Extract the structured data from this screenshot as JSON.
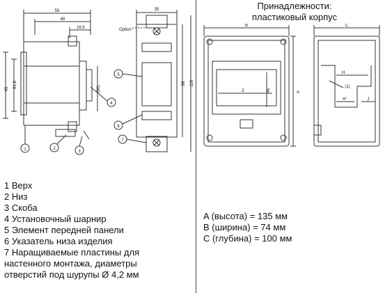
{
  "left": {
    "dimensions": {
      "width_overall": "58",
      "width_inner": "48",
      "width_small": "16,5",
      "height_left": "45",
      "height_mid": "61,8",
      "height_90": "(90)",
      "front_width": "35",
      "front_height": "98",
      "front_height_total": "118",
      "option_label": "Option"
    },
    "callouts": [
      "1",
      "2",
      "3",
      "4",
      "5",
      "6",
      "7"
    ],
    "legend": [
      "1 Верх",
      "2 Низ",
      "3 Скоба",
      "4 Установочный шарнир",
      "5 Элемент передней панели",
      "6 Указатель низа изделия",
      "7 Наращиваемые пластины для",
      "настенного монтажа, диаметры",
      "отверстий под шурупы Ø 4,2 мм"
    ]
  },
  "right": {
    "title_line1": "Принадлежности:",
    "title_line2": "пластиковый корпус",
    "labels": {
      "b": "B",
      "c": "C",
      "a": "A",
      "z": "Z",
      "dim46": "46",
      "h": "H",
      "h_prime": "H'",
      "j": "J",
      "one": "(1)"
    },
    "specs": [
      "A (высота) = 135 мм",
      "B (ширина) = 74 мм",
      "C (глубина) = 100 мм"
    ]
  },
  "colors": {
    "line": "#333333",
    "text": "#111111"
  }
}
